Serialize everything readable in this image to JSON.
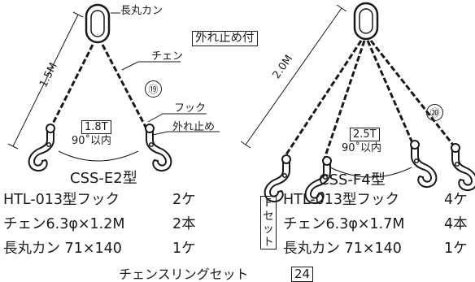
{
  "left": {
    "labels": {
      "ring": "長丸カン",
      "chain": "チェン",
      "hook": "フック",
      "latch": "外れ止め"
    },
    "length": "1.5M",
    "load": "1.8T",
    "angle": "90˚以内",
    "number": "⑲",
    "model": "CSS-E2型",
    "parts": [
      {
        "name": "HTL-013型フック",
        "qty": "2ケ"
      },
      {
        "name": "チェン6.3φ×1.2M",
        "qty": "2本"
      },
      {
        "name": "長丸カン 71×140",
        "qty": "1ケ"
      }
    ]
  },
  "center_note": "外れ止め付",
  "right": {
    "length": "2.0M",
    "load": "2.5T",
    "angle": "90˚以内",
    "number": "⑳",
    "model": "CSS-F4型",
    "set_chars": [
      "F",
      "セ",
      "ッ",
      "ト"
    ],
    "parts": [
      {
        "name": "HTL-013型フック",
        "qty": "4ケ"
      },
      {
        "name": "チェン6.3φ×1.7M",
        "qty": "4本"
      },
      {
        "name": "長丸カン 71×140",
        "qty": "1ケ"
      }
    ]
  },
  "footer": {
    "title": "チェンスリングセット",
    "page": "24"
  },
  "colors": {
    "ink": "#1a1a1a",
    "background": "#ffffff"
  }
}
